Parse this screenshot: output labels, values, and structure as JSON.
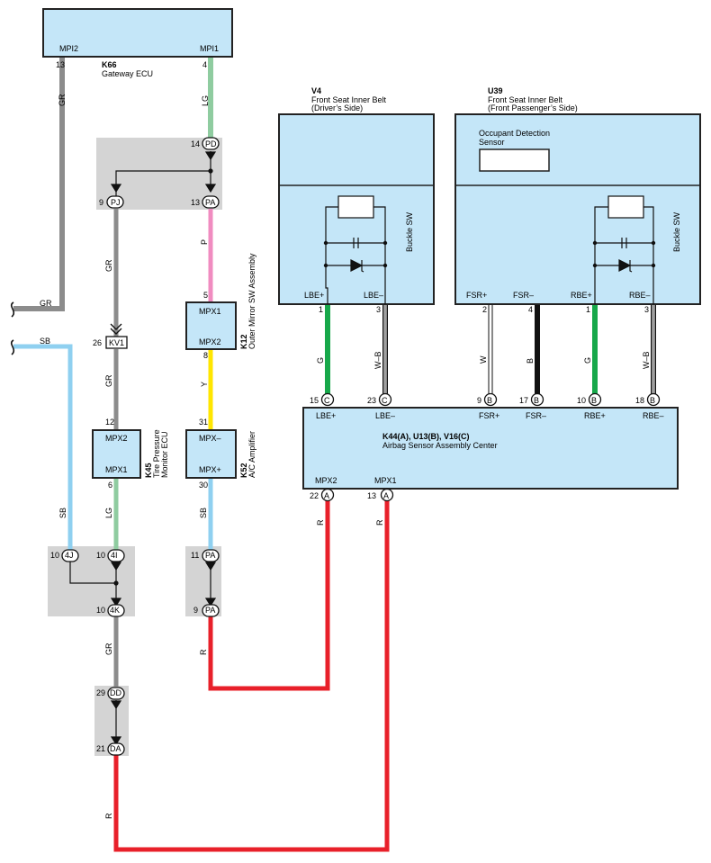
{
  "ecu_k66": {
    "code": "K66",
    "name": "Gateway ECU",
    "pin_left": "MPI2",
    "pin_right": "MPI1",
    "pin_left_num": "13",
    "pin_right_num": "4"
  },
  "v4": {
    "code": "V4",
    "line1": "Front Seat Inner Belt",
    "line2": "(Driver’s Side)",
    "switch_label": "Buckle SW",
    "pin1": "LBE+",
    "pin2": "LBE–",
    "pin1_num": "1",
    "pin2_num": "3"
  },
  "u39": {
    "code": "U39",
    "line1": "Front Seat Inner Belt",
    "line2": "(Front Passenger’s Side)",
    "sensor_line1": "Occupant Detection",
    "sensor_line2": "Sensor",
    "switch_label": "Buckle SW",
    "pins": [
      "FSR+",
      "FSR–",
      "RBE+",
      "RBE–"
    ],
    "pin_nums": [
      "2",
      "4",
      "1",
      "3"
    ]
  },
  "jc_top": {
    "pd_num": "14",
    "pd": "PD",
    "pj_num": "9",
    "pj": "PJ",
    "pa_num": "13",
    "pa": "PA"
  },
  "k12": {
    "code": "K12",
    "name": "Outer Mirror SW Assembly",
    "pin_top": "MPX1",
    "pin_bottom": "MPX2",
    "pin_top_num": "5",
    "pin_bottom_num": "8"
  },
  "kv1": {
    "num": "26",
    "label": "KV1"
  },
  "k45": {
    "code": "K45",
    "line1": "Tire Pressure",
    "line2": "Monitor ECU",
    "pin_top": "MPX2",
    "pin_bottom": "MPX1",
    "pin_top_num": "12",
    "pin_bottom_num": "6"
  },
  "k52": {
    "code": "K52",
    "name": "A/C Amplifier",
    "pin_top": "MPX–",
    "pin_bottom": "MPX+",
    "pin_top_num": "31",
    "pin_bottom_num": "30"
  },
  "airbag": {
    "name_line1": "K44(A), U13(B), V16(C)",
    "name_line2": "Airbag Sensor Assembly Center",
    "top_pins": [
      "LBE+",
      "LBE–",
      "FSR+",
      "FSR–",
      "RBE+",
      "RBE–"
    ],
    "top_connectors": [
      {
        "num": "15",
        "letter": "C"
      },
      {
        "num": "23",
        "letter": "C"
      },
      {
        "num": "9",
        "letter": "B"
      },
      {
        "num": "17",
        "letter": "B"
      },
      {
        "num": "10",
        "letter": "B"
      },
      {
        "num": "18",
        "letter": "B"
      }
    ],
    "bottom_pins": [
      "MPX2",
      "MPX1"
    ],
    "bottom_connectors": [
      {
        "num": "22",
        "letter": "A"
      },
      {
        "num": "13",
        "letter": "A"
      }
    ]
  },
  "jc_mid": {
    "c1_num": "10",
    "c1": "4J",
    "c2_num": "10",
    "c2": "4I",
    "c3_num": "10",
    "c3": "4K"
  },
  "jc_k52": {
    "c1_num": "11",
    "c1": "PA",
    "c2_num": "9",
    "c2": "PA"
  },
  "jc_bottom": {
    "c1_num": "29",
    "c1": "DD",
    "c2_num": "21",
    "c2": "DA"
  },
  "wire_labels": {
    "gr_k66": "GR",
    "lg_k66": "LG",
    "gr_left": "GR",
    "sb_left": "SB",
    "gr_pj": "GR",
    "p_pa": "P",
    "gr_kv1": "GR",
    "y_k12": "Y",
    "g_lbe": "G",
    "wb_lbe": "W–B",
    "w_fsr": "W",
    "b_fsr": "B",
    "g_rbe": "G",
    "wb_rbe": "W–B",
    "sb_4j": "SB",
    "lg_k45": "LG",
    "sb_k52": "SB",
    "r_mpx2": "R",
    "r_mpx1": "R",
    "gr_4k": "GR",
    "r_pa": "R",
    "r_da": "R"
  },
  "colors": {
    "GR": "#8c8c8c",
    "LG": "#8fcca0",
    "SB": "#8fd0f0",
    "P": "#f08cc0",
    "Y": "#ffe600",
    "G": "#17a84a",
    "B": "#111111",
    "R": "#e8202a",
    "box": "#c4e6f8",
    "junction": "#d4d4d4"
  }
}
